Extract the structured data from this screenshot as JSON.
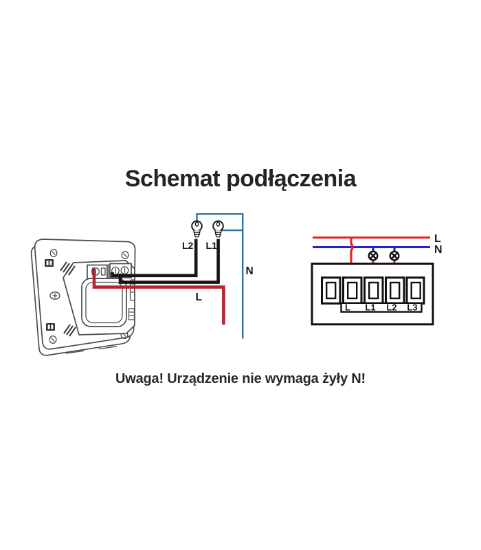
{
  "title": "Schemat podłączenia",
  "note": "Uwaga! Urządzenie nie wymaga żyły N!",
  "colors": {
    "background": "#ffffff",
    "text": "#242424",
    "wire_black": "#161616",
    "wire_red": "#b8232e",
    "wire_blue": "#2a71a4",
    "schematic_red": "#e32222",
    "schematic_blue": "#2822cc",
    "outline_gray": "#4a4a4a"
  },
  "wiring": {
    "lamp_left": "L2",
    "lamp_right": "L1",
    "neutral": "N",
    "live": "L"
  },
  "schematic": {
    "live": "L",
    "neutral": "N",
    "terminals": [
      "L",
      "L1",
      "L2",
      "L3"
    ]
  }
}
